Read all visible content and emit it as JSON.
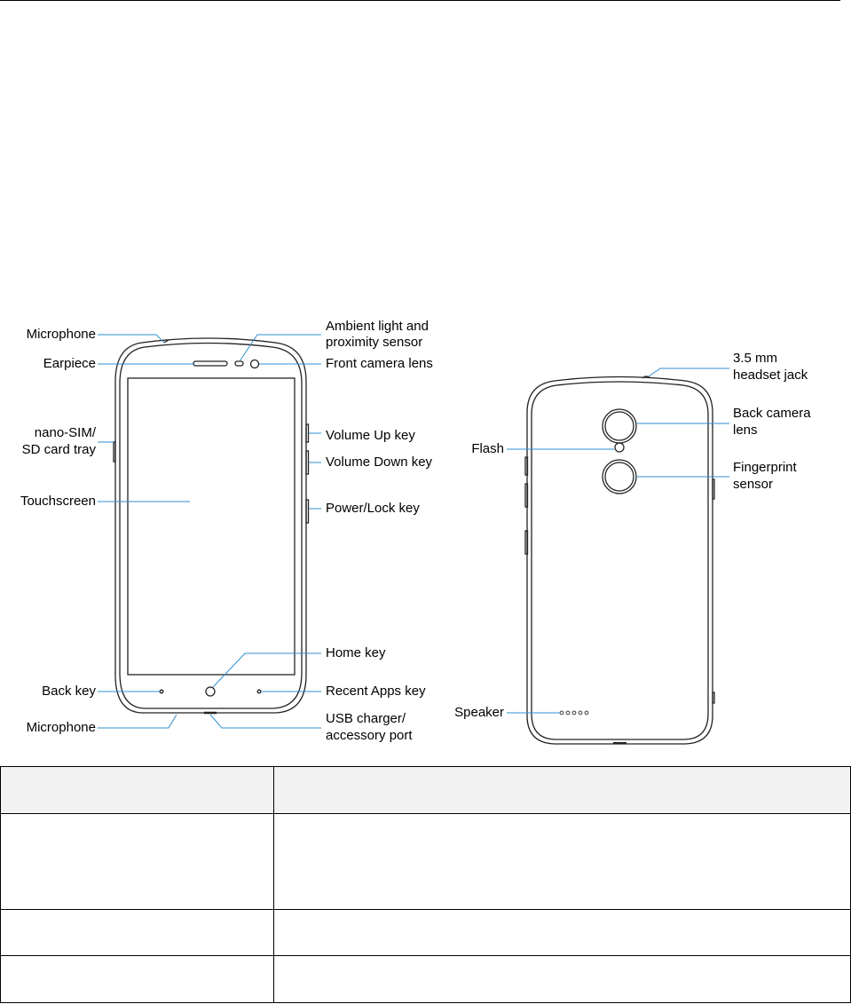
{
  "front_labels": {
    "microphone_top": "Microphone",
    "earpiece": "Earpiece",
    "sim_tray_line1": "nano-SIM/",
    "sim_tray_line2": "SD card tray",
    "touchscreen": "Touchscreen",
    "back_key": "Back key",
    "microphone_bottom": "Microphone",
    "ambient_line1": "Ambient light and",
    "ambient_line2": "proximity sensor",
    "front_camera": "Front camera lens",
    "volume_up": "Volume Up key",
    "volume_down": "Volume Down key",
    "power_lock": "Power/Lock key",
    "home_key": "Home key",
    "recent_apps": "Recent Apps key",
    "usb_line1": "USB charger/",
    "usb_line2": "accessory port"
  },
  "back_labels": {
    "headset_line1": "3.5 mm",
    "headset_line2": "headset jack",
    "back_camera_line1": "Back camera",
    "back_camera_line2": "lens",
    "flash": "Flash",
    "fingerprint_line1": "Fingerprint",
    "fingerprint_line2": "sensor",
    "speaker": "Speaker"
  },
  "table": {
    "header": [
      "",
      ""
    ],
    "rows": [
      [
        "",
        ""
      ],
      [
        "",
        ""
      ],
      [
        "",
        ""
      ]
    ]
  },
  "colors": {
    "leader_line": "#2f8fd0",
    "outline": "#222222",
    "header_fill": "#f2f2f2"
  }
}
